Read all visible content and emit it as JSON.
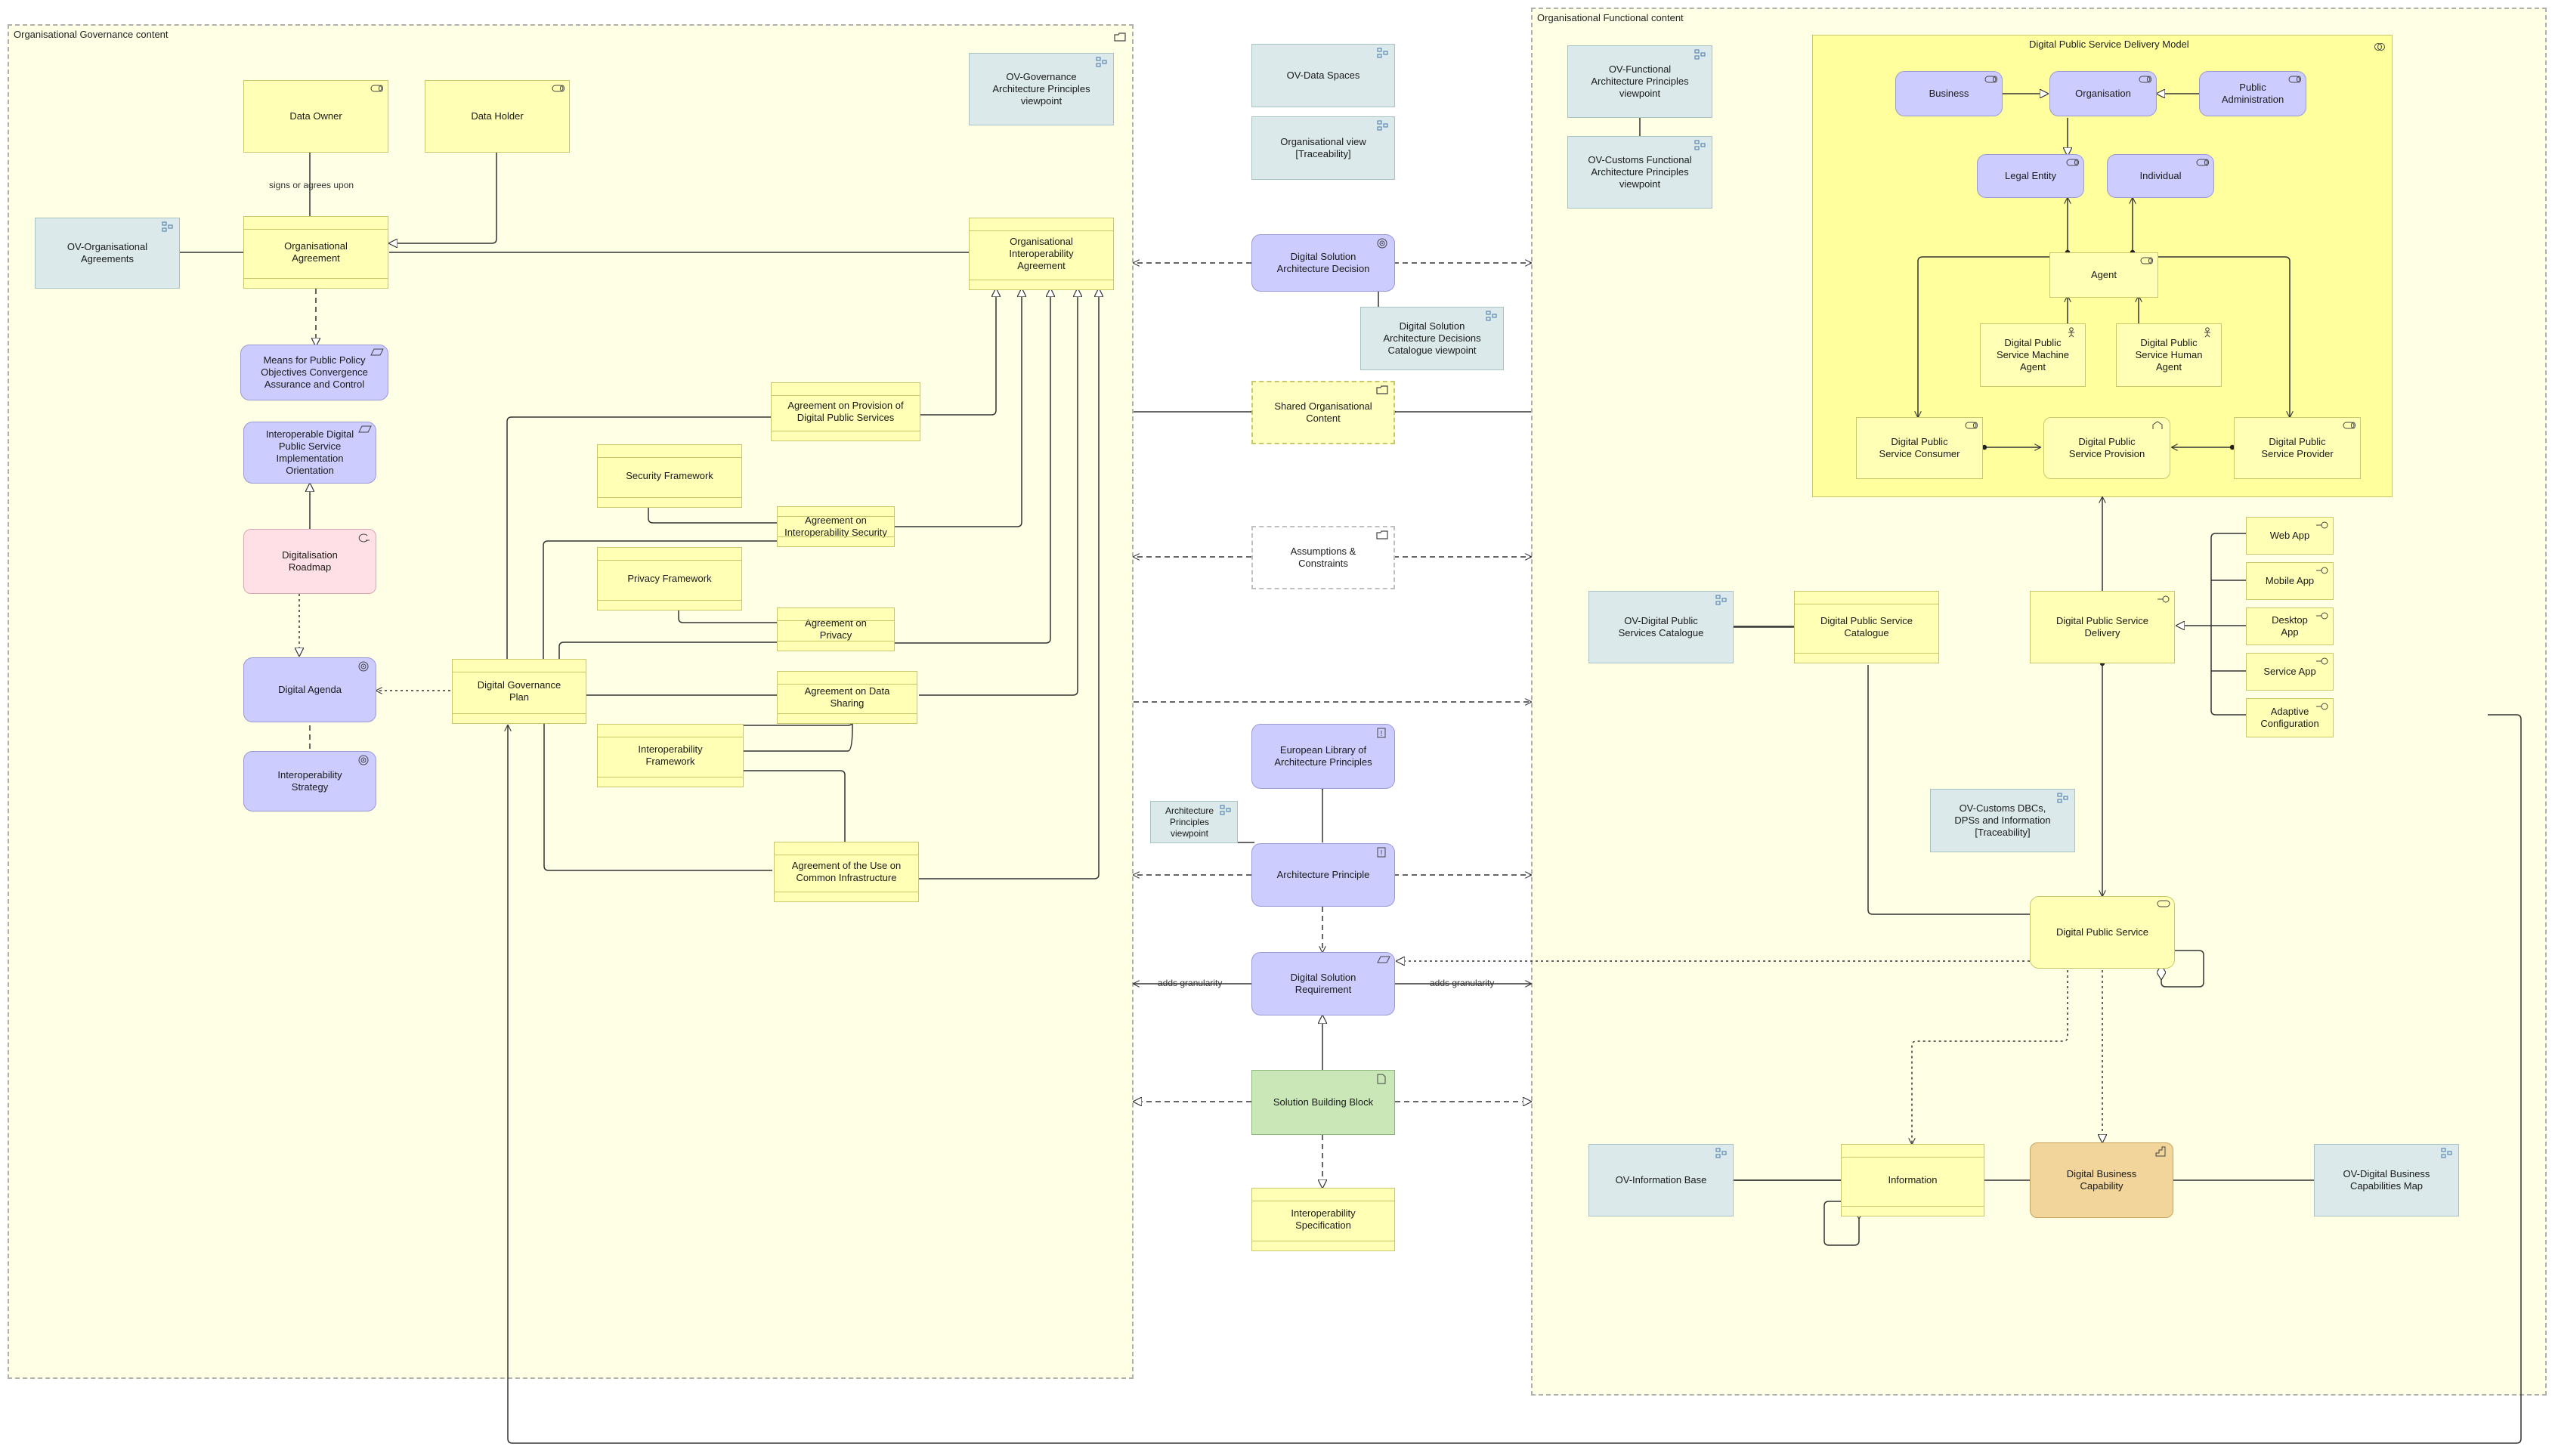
{
  "groups": {
    "governance": "Organisational Governance content",
    "functional": "Organisational Functional content",
    "delivery_model": "Digital Public Service Delivery Model"
  },
  "governance": {
    "data_owner": "Data Owner",
    "data_holder": "Data Holder",
    "signs_label": "signs or agrees upon",
    "ov_agreements": "OV-Organisational Agreements",
    "org_agreement": "Organisational Agreement",
    "means": "Means for Public Policy Objectives Convergence Assurance and Control",
    "interop_dps": "Interoperable Digital Public Service Implementation Orientation",
    "roadmap": "Digitalisation Roadmap",
    "agenda": "Digital Agenda",
    "strategy": "Interoperability Strategy",
    "ov_gov_principles": "OV-Governance Architecture Principles viewpoint",
    "org_interop_agreement": "Organisational Interoperability Agreement",
    "agr_provision": "Agreement on Provision of Digital Public Services",
    "security_fw": "Security Framework",
    "agr_security": "Agreement on Interoperability Security",
    "privacy_fw": "Privacy Framework",
    "agr_privacy": "Agreement on Privacy",
    "gov_plan": "Digital Governance Plan",
    "agr_data": "Agreement on Data Sharing",
    "interop_fw": "Interoperability Framework",
    "agr_infra": "Agreement of the Use on Common Infrastructure"
  },
  "middle": {
    "data_spaces": "OV-Data Spaces",
    "org_view": "Organisational view [Traceability]",
    "dsa_decision": "Digital Solution Architecture Decision",
    "dsa_catalogue": "Digital Solution Architecture Decisions Catalogue viewpoint",
    "shared": "Shared Organisational Content",
    "assumptions": "Assumptions & Constraints",
    "elap": "European Library of Architecture Principles",
    "arch_vp": "Architecture Principles viewpoint",
    "arch_principle": "Architecture Principle",
    "requirement": "Digital Solution Requirement",
    "adds_left": "adds granularity",
    "adds_right": "adds granularity",
    "sbb": "Solution Building Block",
    "interop_spec": "Interoperability Specification"
  },
  "functional": {
    "ov_func": "OV-Functional Architecture Principles viewpoint",
    "ov_customs": "OV-Customs Functional Architecture Principles viewpoint",
    "business": "Business",
    "organisation": "Organisation",
    "public_admin": "Public Administration",
    "legal_entity": "Legal Entity",
    "individual": "Individual",
    "agent": "Agent",
    "machine_agent": "Digital Public Service Machine Agent",
    "human_agent": "Digital Public Service Human Agent",
    "consumer": "Digital Public Service Consumer",
    "provision": "Digital Public Service Provision",
    "provider": "Digital Public Service Provider",
    "ov_dps_catalogue": "OV-Digital Public Services Catalogue",
    "dps_catalogue": "Digital Public Service Catalogue",
    "dps_delivery": "Digital Public Service Delivery",
    "web_app": "Web App",
    "mobile_app": "Mobile App",
    "desktop_app": "Desktop App",
    "service_app": "Service App",
    "adaptive": "Adaptive Configuration",
    "ov_customs_dbc": "OV-Customs DBCs, DPSs and Information [Traceability]",
    "dps": "Digital Public Service",
    "ov_info": "OV-Information Base",
    "information": "Information",
    "dbc": "Digital Business Capability",
    "ov_dbc_map": "OV-Digital Business Capabilities Map"
  },
  "colors": {
    "business": "#ffffb5",
    "motivation": "#ccccff",
    "viewpoint": "#dbe9ea",
    "work_package": "#ffe0e6",
    "technology": "#c9e7b7",
    "capability": "#f2d59b",
    "group_fill": "#ffffe6"
  },
  "icons": {
    "folder": "folder-icon",
    "viewpoint": "viewpoint-icon",
    "role": "role-icon",
    "actor": "actor-icon",
    "goal": "goal-icon",
    "principle": "principle-icon",
    "requirement": "requirement-icon",
    "work_package": "work-package-icon",
    "artifact": "artifact-icon",
    "capability": "capability-icon",
    "interface": "interface-icon",
    "service": "service-icon",
    "collaboration": "collaboration-icon"
  }
}
